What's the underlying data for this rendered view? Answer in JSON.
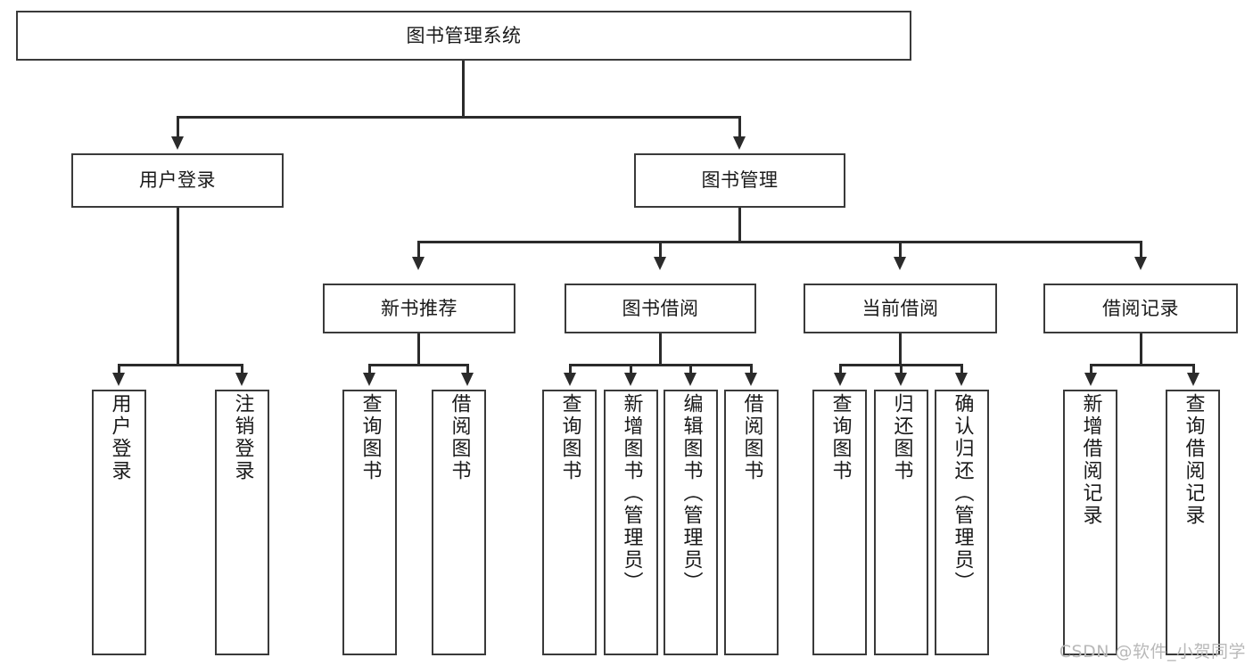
{
  "diagram": {
    "title": "图书管理系统",
    "root": {
      "label": "图书管理系统"
    },
    "tier2": [
      {
        "label": "用户登录"
      },
      {
        "label": "图书管理"
      }
    ],
    "tier3": [
      {
        "label": "新书推荐"
      },
      {
        "label": "图书借阅"
      },
      {
        "label": "当前借阅"
      },
      {
        "label": "借阅记录"
      }
    ],
    "leaves": {
      "user_login": [
        {
          "label": "用户登录"
        },
        {
          "label": "注销登录"
        }
      ],
      "new_book_recommend": [
        {
          "label": "查询图书"
        },
        {
          "label": "借阅图书"
        }
      ],
      "book_borrow": [
        {
          "label": "查询图书"
        },
        {
          "label": "新增图书（管理员）"
        },
        {
          "label": "编辑图书（管理员）"
        },
        {
          "label": "借阅图书"
        }
      ],
      "current_borrow": [
        {
          "label": "查询图书"
        },
        {
          "label": "归还图书"
        },
        {
          "label": "确认归还（管理员）"
        }
      ],
      "borrow_record": [
        {
          "label": "新增借阅记录"
        },
        {
          "label": "查询借阅记录"
        }
      ]
    }
  },
  "watermark": {
    "text": "CSDN @软件_小贺同学"
  },
  "colors": {
    "border": "#3a3a3a",
    "connector": "#2b2b2b",
    "background": "#ffffff",
    "text": "#1a1a1a",
    "watermark": "#b9b9b9"
  }
}
